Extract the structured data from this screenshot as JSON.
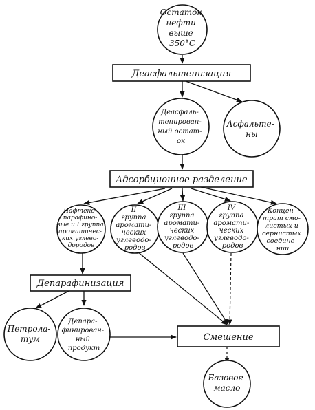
{
  "nodes": {
    "residue": {
      "lines": [
        "Остаток",
        "нефти",
        "выше",
        "350°С"
      ]
    },
    "deasphalting": {
      "lines": [
        "Деасфальтенизация"
      ]
    },
    "deasphalted_residue": {
      "lines": [
        "Деасфаль-",
        "тенирован-",
        "ный остат-",
        "ок"
      ]
    },
    "asphaltenes": {
      "lines": [
        "Асфальте-",
        "ны"
      ]
    },
    "adsorption": {
      "lines": [
        "Адсорбционное  разделение"
      ]
    },
    "naphtheno_paraffinic": {
      "lines": [
        "Нафтено-",
        "парафино-",
        "вые и I группа",
        "ароматичес-",
        "ких углево-",
        "дородов"
      ]
    },
    "group2": {
      "lines": [
        "II",
        "группа",
        "аромати-",
        "ческих",
        "углеводо-",
        "родов"
      ]
    },
    "group3": {
      "lines": [
        "III",
        "группа",
        "аромати-",
        "ческих",
        "углеводо-",
        "родов"
      ]
    },
    "group4": {
      "lines": [
        "IV",
        "группа",
        "аромати-",
        "ческих",
        "углеводо-",
        "родов"
      ]
    },
    "concentrate": {
      "lines": [
        "Концен-",
        "трат смо-",
        "листых и",
        "сернистых",
        "соедине-",
        "ний"
      ]
    },
    "dewaxing": {
      "lines": [
        "Депарафинизация"
      ]
    },
    "petrolatum": {
      "lines": [
        "Петрола-",
        "тум"
      ]
    },
    "dewaxed_product": {
      "lines": [
        "Депара-",
        "финирован-",
        "ный",
        "продукт"
      ]
    },
    "mixing": {
      "lines": [
        "Смешение"
      ]
    },
    "base_oil": {
      "lines": [
        "Базовое",
        "масло"
      ]
    }
  }
}
